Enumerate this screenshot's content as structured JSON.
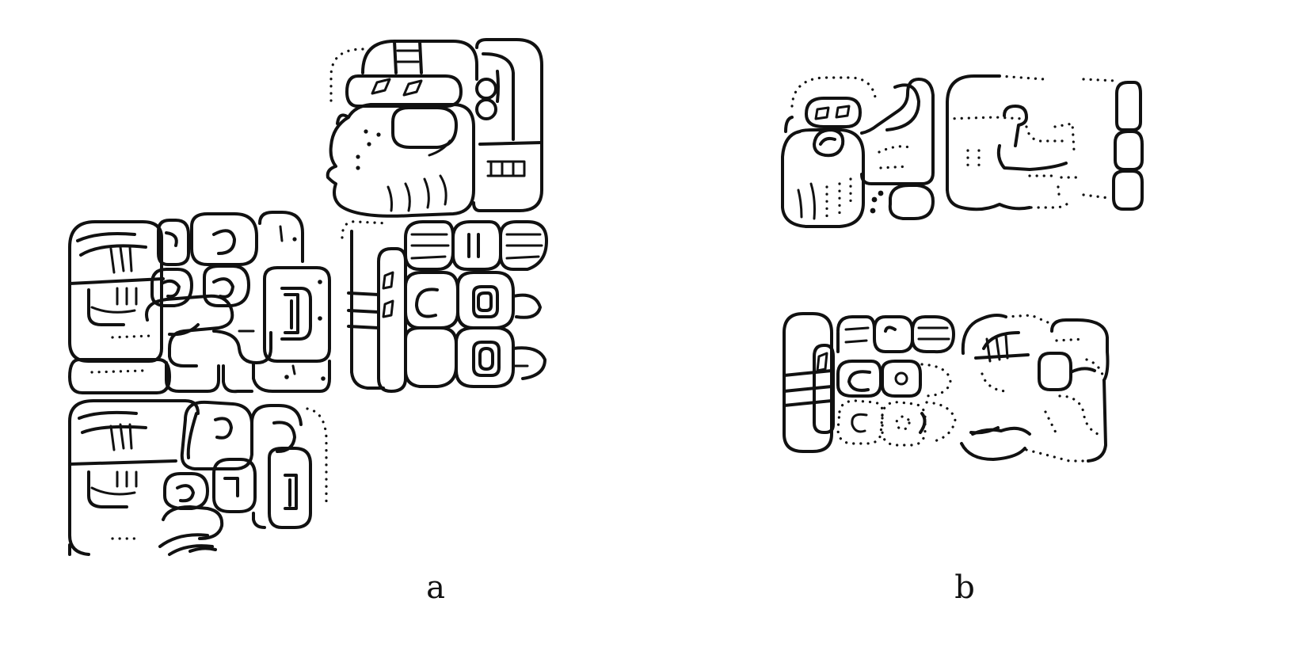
{
  "figure": {
    "panels": [
      {
        "id": "a",
        "label": "a"
      },
      {
        "id": "b",
        "label": "b"
      }
    ],
    "colors": {
      "ink": "#111111",
      "background": "#ffffff"
    }
  }
}
